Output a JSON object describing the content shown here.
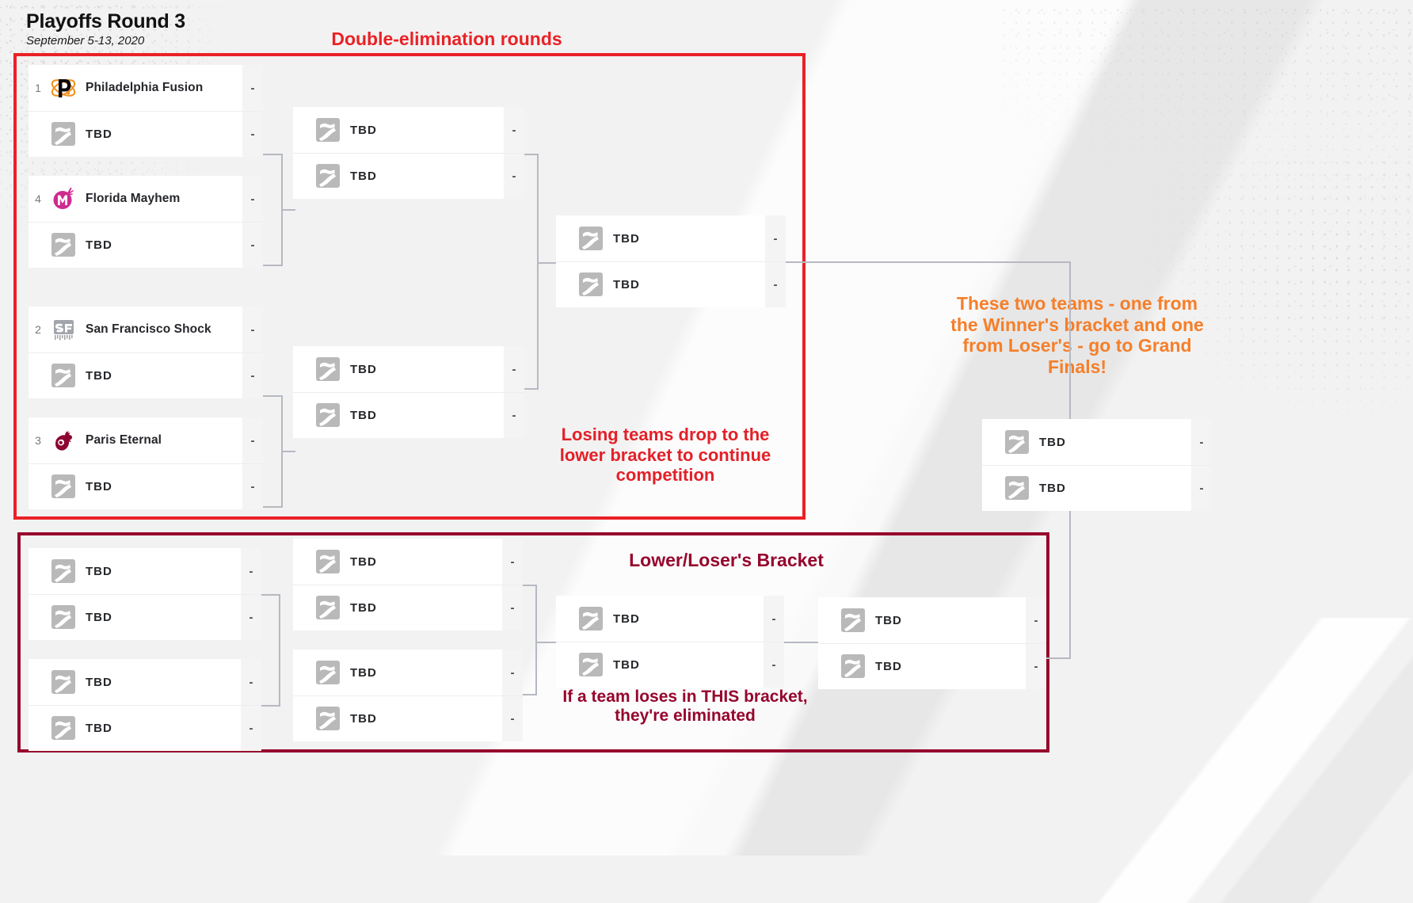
{
  "header": {
    "title": "Playoffs Round 3",
    "subtitle": "September 5-13, 2020"
  },
  "annotations": {
    "double_elimination": "Double-elimination rounds",
    "losing_teams_drop": "Losing teams drop to the lower bracket to continue competition",
    "grand_finals": "These two teams - one from the Winner's bracket and one from Loser's - go to Grand Finals!",
    "lower_bracket_title": "Lower/Loser's Bracket",
    "eliminated": "If a team loses in THIS bracket, they're eliminated"
  },
  "colors": {
    "upper_box_border": "#ea2127",
    "lower_box_border": "#96062d",
    "double_elim_text": "#ea2127",
    "losing_drop_text": "#e32028",
    "grand_finals_text": "#f57f2a",
    "lower_bracket_text": "#96062d",
    "connector": "#b6b9c2",
    "row_background": "#ffffff",
    "score_background": "#f4f4f4",
    "page_background": "#f2f2f2"
  },
  "placeholder": {
    "team_name": "TBD",
    "score": "-",
    "logo_icon": "tbd-placeholder-logo-icon"
  },
  "teams": {
    "philadelphia_fusion": {
      "name": "Philadelphia Fusion",
      "seed": "1",
      "logo_icon": "philadelphia-fusion-logo-icon",
      "color": "#f6911e"
    },
    "florida_mayhem": {
      "name": "Florida Mayhem",
      "seed": "4",
      "logo_icon": "florida-mayhem-logo-icon",
      "color": "#cf2b8f"
    },
    "san_francisco_shock": {
      "name": "San Francisco Shock",
      "seed": "2",
      "logo_icon": "san-francisco-shock-logo-icon",
      "color": "#a2a5ab"
    },
    "paris_eternal": {
      "name": "Paris Eternal",
      "seed": "3",
      "logo_icon": "paris-eternal-logo-icon",
      "color": "#8d0430"
    }
  },
  "upper_bracket": {
    "round1": [
      {
        "id": "ub-r1-m1",
        "rows": [
          {
            "seed": "1",
            "name": "Philadelphia Fusion",
            "logo": "philadelphia-fusion-logo-icon",
            "score": "-"
          },
          {
            "seed": "",
            "name": "TBD",
            "logo": "tbd-placeholder-logo-icon",
            "score": "-"
          }
        ]
      },
      {
        "id": "ub-r1-m2",
        "rows": [
          {
            "seed": "4",
            "name": "Florida Mayhem",
            "logo": "florida-mayhem-logo-icon",
            "score": "-"
          },
          {
            "seed": "",
            "name": "TBD",
            "logo": "tbd-placeholder-logo-icon",
            "score": "-"
          }
        ]
      },
      {
        "id": "ub-r1-m3",
        "rows": [
          {
            "seed": "2",
            "name": "San Francisco Shock",
            "logo": "san-francisco-shock-logo-icon",
            "score": "-"
          },
          {
            "seed": "",
            "name": "TBD",
            "logo": "tbd-placeholder-logo-icon",
            "score": "-"
          }
        ]
      },
      {
        "id": "ub-r1-m4",
        "rows": [
          {
            "seed": "3",
            "name": "Paris Eternal",
            "logo": "paris-eternal-logo-icon",
            "score": "-"
          },
          {
            "seed": "",
            "name": "TBD",
            "logo": "tbd-placeholder-logo-icon",
            "score": "-"
          }
        ]
      }
    ],
    "round2": [
      {
        "id": "ub-r2-m1",
        "rows": [
          {
            "seed": "",
            "name": "TBD",
            "logo": "tbd-placeholder-logo-icon",
            "score": "-"
          },
          {
            "seed": "",
            "name": "TBD",
            "logo": "tbd-placeholder-logo-icon",
            "score": "-"
          }
        ]
      },
      {
        "id": "ub-r2-m2",
        "rows": [
          {
            "seed": "",
            "name": "TBD",
            "logo": "tbd-placeholder-logo-icon",
            "score": "-"
          },
          {
            "seed": "",
            "name": "TBD",
            "logo": "tbd-placeholder-logo-icon",
            "score": "-"
          }
        ]
      }
    ],
    "round3": [
      {
        "id": "ub-r3-m1",
        "rows": [
          {
            "seed": "",
            "name": "TBD",
            "logo": "tbd-placeholder-logo-icon",
            "score": "-"
          },
          {
            "seed": "",
            "name": "TBD",
            "logo": "tbd-placeholder-logo-icon",
            "score": "-"
          }
        ]
      }
    ]
  },
  "grand_finals": {
    "id": "grand-finals-match",
    "rows": [
      {
        "seed": "",
        "name": "TBD",
        "logo": "tbd-placeholder-logo-icon",
        "score": "-"
      },
      {
        "seed": "",
        "name": "TBD",
        "logo": "tbd-placeholder-logo-icon",
        "score": "-"
      }
    ]
  },
  "lower_bracket": {
    "round1": [
      {
        "id": "lb-r1-m1",
        "rows": [
          {
            "seed": "",
            "name": "TBD",
            "logo": "tbd-placeholder-logo-icon",
            "score": "-"
          },
          {
            "seed": "",
            "name": "TBD",
            "logo": "tbd-placeholder-logo-icon",
            "score": "-"
          }
        ]
      },
      {
        "id": "lb-r1-m2",
        "rows": [
          {
            "seed": "",
            "name": "TBD",
            "logo": "tbd-placeholder-logo-icon",
            "score": "-"
          },
          {
            "seed": "",
            "name": "TBD",
            "logo": "tbd-placeholder-logo-icon",
            "score": "-"
          }
        ]
      }
    ],
    "round2": [
      {
        "id": "lb-r2-m1",
        "rows": [
          {
            "seed": "",
            "name": "TBD",
            "logo": "tbd-placeholder-logo-icon",
            "score": "-"
          },
          {
            "seed": "",
            "name": "TBD",
            "logo": "tbd-placeholder-logo-icon",
            "score": "-"
          }
        ]
      },
      {
        "id": "lb-r2-m2",
        "rows": [
          {
            "seed": "",
            "name": "TBD",
            "logo": "tbd-placeholder-logo-icon",
            "score": "-"
          },
          {
            "seed": "",
            "name": "TBD",
            "logo": "tbd-placeholder-logo-icon",
            "score": "-"
          }
        ]
      }
    ],
    "round3": [
      {
        "id": "lb-r3-m1",
        "rows": [
          {
            "seed": "",
            "name": "TBD",
            "logo": "tbd-placeholder-logo-icon",
            "score": "-"
          },
          {
            "seed": "",
            "name": "TBD",
            "logo": "tbd-placeholder-logo-icon",
            "score": "-"
          }
        ]
      }
    ],
    "round4": [
      {
        "id": "lb-r4-m1",
        "rows": [
          {
            "seed": "",
            "name": "TBD",
            "logo": "tbd-placeholder-logo-icon",
            "score": "-"
          },
          {
            "seed": "",
            "name": "TBD",
            "logo": "tbd-placeholder-logo-icon",
            "score": "-"
          }
        ]
      }
    ]
  }
}
